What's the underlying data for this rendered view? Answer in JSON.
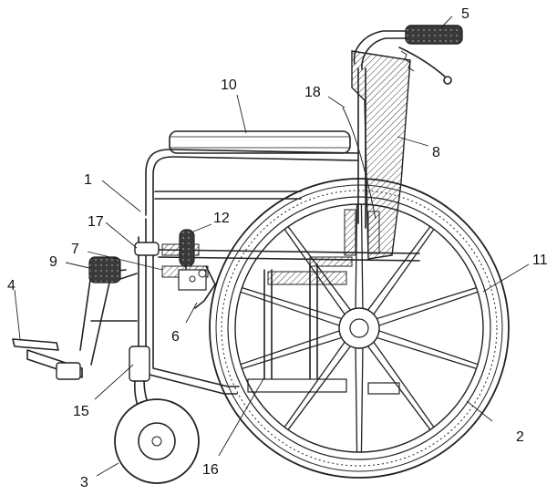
{
  "figure": {
    "labels": [
      {
        "id": "label-1",
        "text": "1"
      },
      {
        "id": "label-2",
        "text": "2"
      },
      {
        "id": "label-3",
        "text": "3"
      },
      {
        "id": "label-4",
        "text": "4"
      },
      {
        "id": "label-5",
        "text": "5"
      },
      {
        "id": "label-6",
        "text": "6"
      },
      {
        "id": "label-7",
        "text": "7"
      },
      {
        "id": "label-8",
        "text": "8"
      },
      {
        "id": "label-9",
        "text": "9"
      },
      {
        "id": "label-10",
        "text": "10"
      },
      {
        "id": "label-11",
        "text": "11"
      },
      {
        "id": "label-12",
        "text": "12"
      },
      {
        "id": "label-15",
        "text": "15"
      },
      {
        "id": "label-16",
        "text": "16"
      },
      {
        "id": "label-17",
        "text": "17"
      },
      {
        "id": "label-18",
        "text": "18"
      }
    ]
  }
}
